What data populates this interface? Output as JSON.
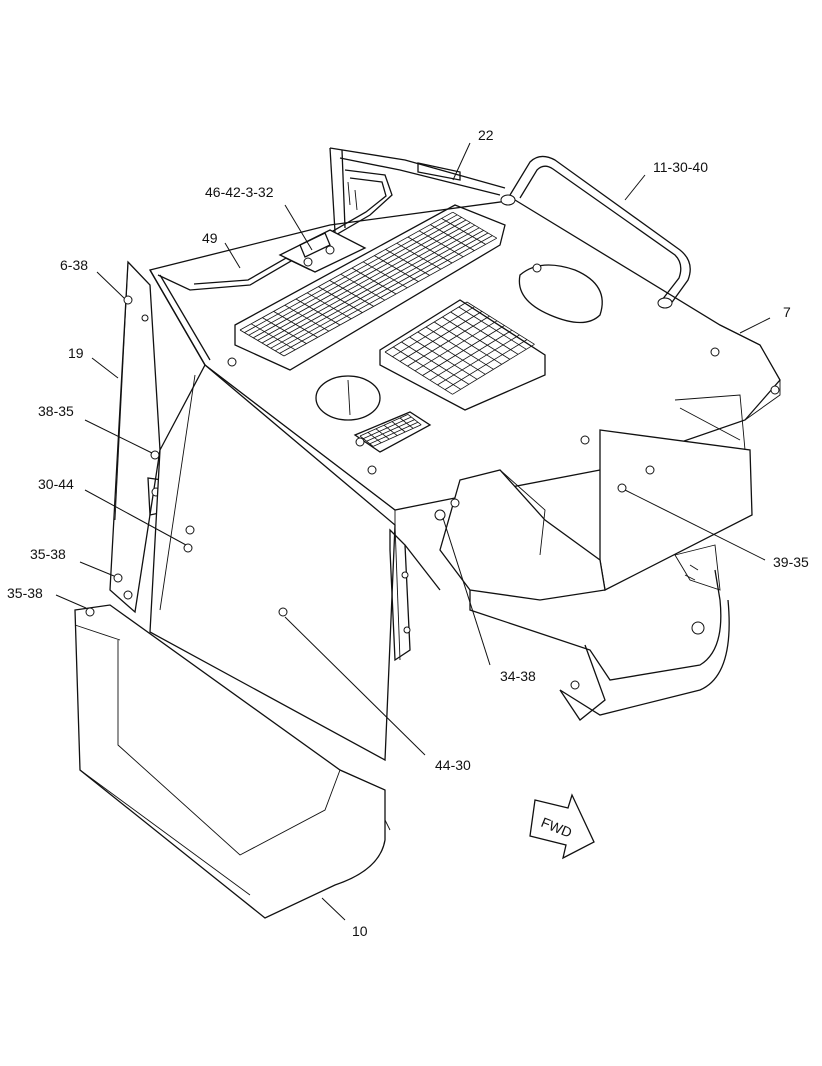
{
  "diagram": {
    "callouts": [
      {
        "id": "c22",
        "text": "22"
      },
      {
        "id": "c11",
        "text": "11-30-40"
      },
      {
        "id": "c46",
        "text": "46-42-3-32"
      },
      {
        "id": "c49",
        "text": "49"
      },
      {
        "id": "c6",
        "text": "6-38"
      },
      {
        "id": "c7",
        "text": "7"
      },
      {
        "id": "c19",
        "text": "19"
      },
      {
        "id": "c38",
        "text": "38-35"
      },
      {
        "id": "c30",
        "text": "30-44"
      },
      {
        "id": "c39",
        "text": "39-35"
      },
      {
        "id": "c35a",
        "text": "35-38"
      },
      {
        "id": "c35b",
        "text": "35-38"
      },
      {
        "id": "c34",
        "text": "34-38"
      },
      {
        "id": "c44",
        "text": "44-30"
      },
      {
        "id": "c10",
        "text": "10"
      }
    ],
    "fwd_label": "FWD"
  }
}
